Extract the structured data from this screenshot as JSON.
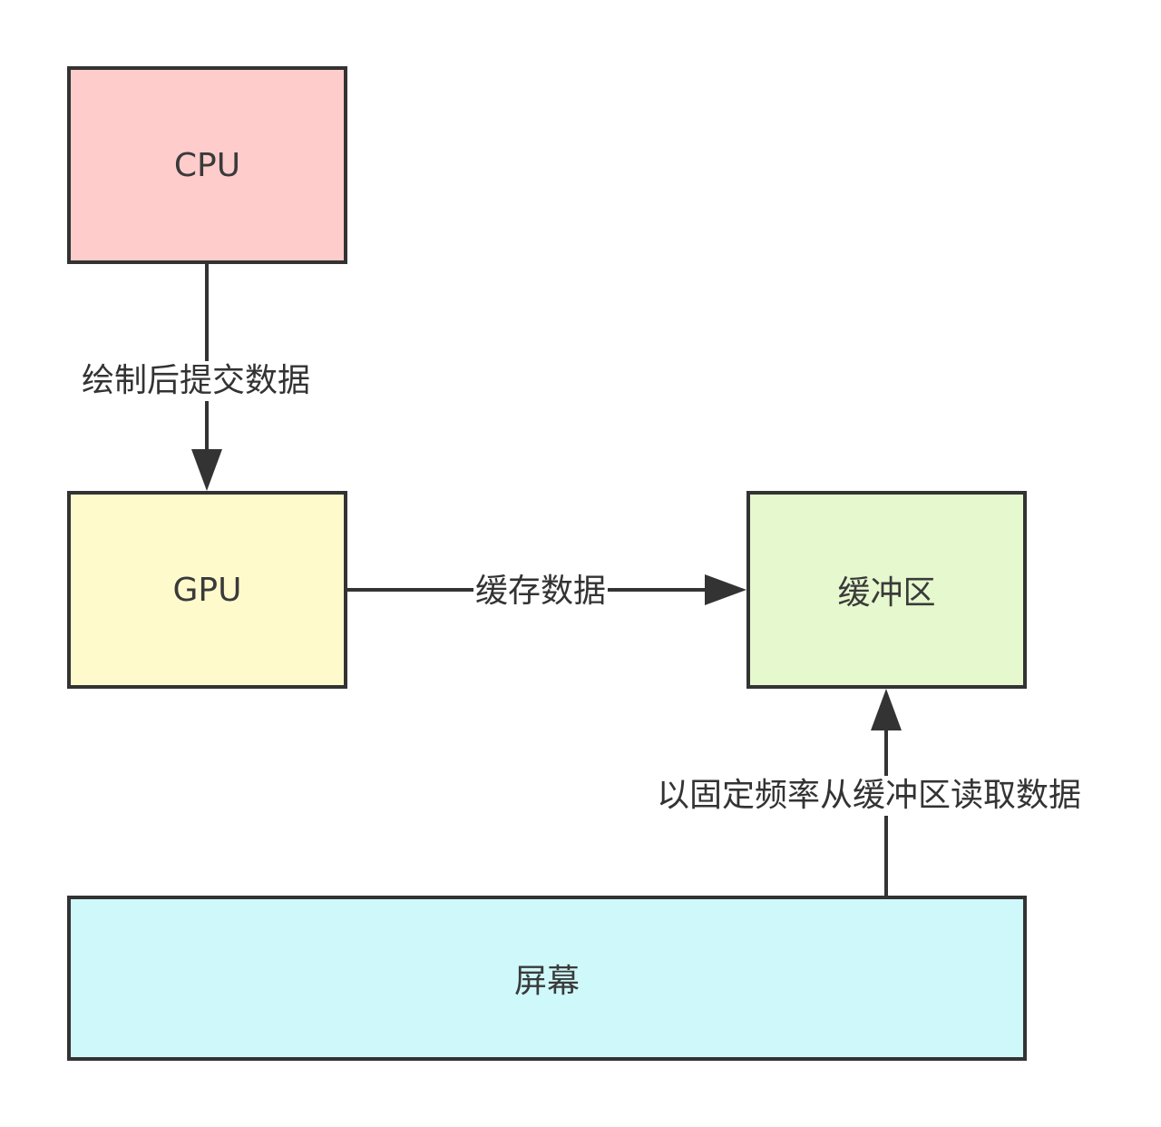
{
  "nodes": {
    "cpu": "CPU",
    "gpu": "GPU",
    "buffer": "缓冲区",
    "screen": "屏幕"
  },
  "edges": {
    "cpu_to_gpu": "绘制后提交数据",
    "gpu_to_buffer": "缓存数据",
    "screen_to_buffer": "以固定频率从缓冲区读取数据"
  },
  "colors": {
    "cpu": "#ffcccc",
    "gpu": "#fffacc",
    "buffer": "#e6f8cd",
    "screen": "#cff8fb",
    "stroke": "#333333"
  }
}
